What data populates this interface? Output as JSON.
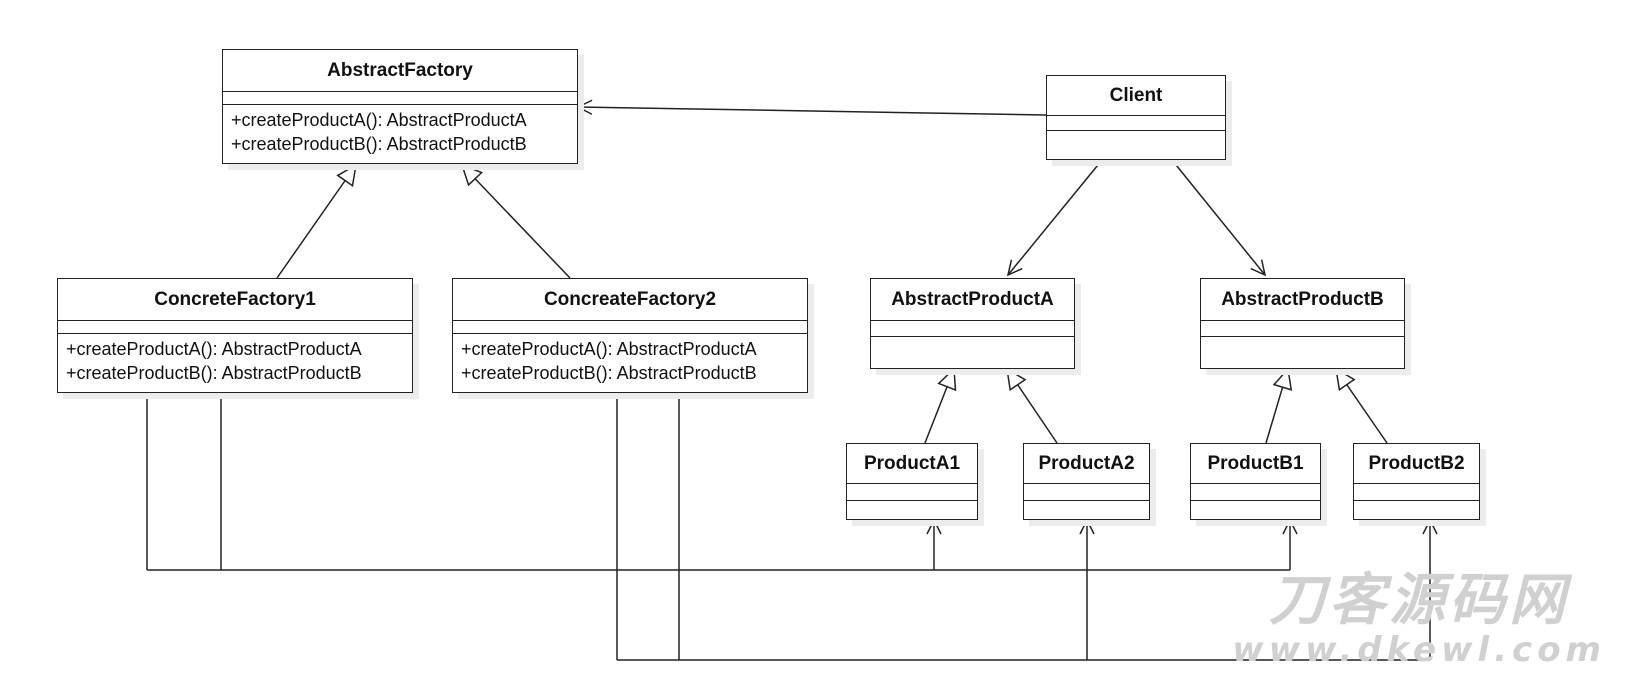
{
  "classes": {
    "abstract_factory": {
      "name": "AbstractFactory",
      "ops": [
        "+createProductA(): AbstractProductA",
        "+createProductB(): AbstractProductB"
      ]
    },
    "concrete_factory1": {
      "name": "ConcreteFactory1",
      "ops": [
        "+createProductA(): AbstractProductA",
        "+createProductB(): AbstractProductB"
      ]
    },
    "concreate_factory2": {
      "name": "ConcreateFactory2",
      "ops": [
        "+createProductA(): AbstractProductA",
        "+createProductB(): AbstractProductB"
      ]
    },
    "client": {
      "name": "Client"
    },
    "abstract_product_a": {
      "name": "AbstractProductA"
    },
    "abstract_product_b": {
      "name": "AbstractProductB"
    },
    "product_a1": {
      "name": "ProductA1"
    },
    "product_a2": {
      "name": "ProductA2"
    },
    "product_b1": {
      "name": "ProductB1"
    },
    "product_b2": {
      "name": "ProductB2"
    }
  },
  "watermark": {
    "main": "刀客源码网",
    "sub": "www.dkewl.com"
  }
}
